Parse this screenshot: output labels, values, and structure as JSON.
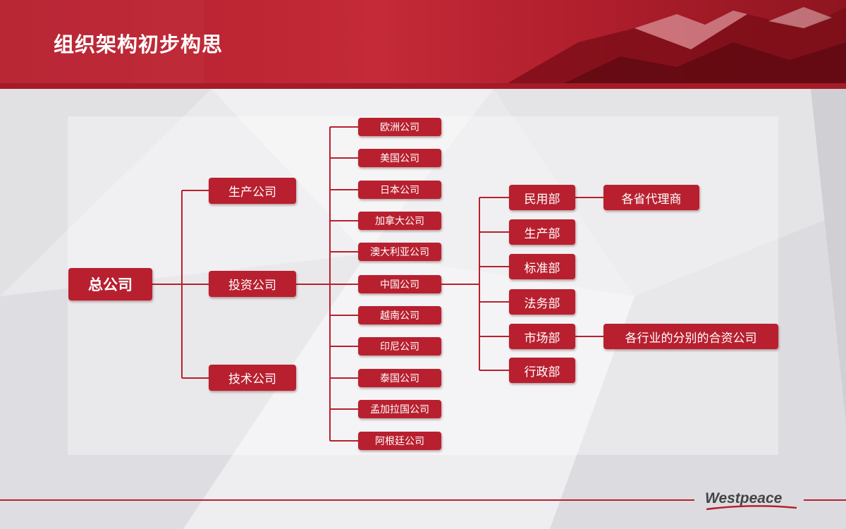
{
  "header": {
    "title": "组织架构初步构思"
  },
  "chart": {
    "root": "总公司",
    "level1": [
      "生产公司",
      "投资公司",
      "技术公司"
    ],
    "countries": [
      "欧洲公司",
      "美国公司",
      "日本公司",
      "加拿大公司",
      "澳大利亚公司",
      "中国公司",
      "越南公司",
      "印尼公司",
      "泰国公司",
      "孟加拉国公司",
      "阿根廷公司"
    ],
    "departments": [
      "民用部",
      "生产部",
      "标准部",
      "法务部",
      "市场部",
      "行政部"
    ],
    "leaves": [
      "各省代理商",
      "各行业的分别的合资公司"
    ]
  },
  "footer": {
    "logo": "Westpeace"
  },
  "colors": {
    "brand": "#b8202f",
    "header": "#c42a38",
    "background": "#e9e9eb"
  }
}
